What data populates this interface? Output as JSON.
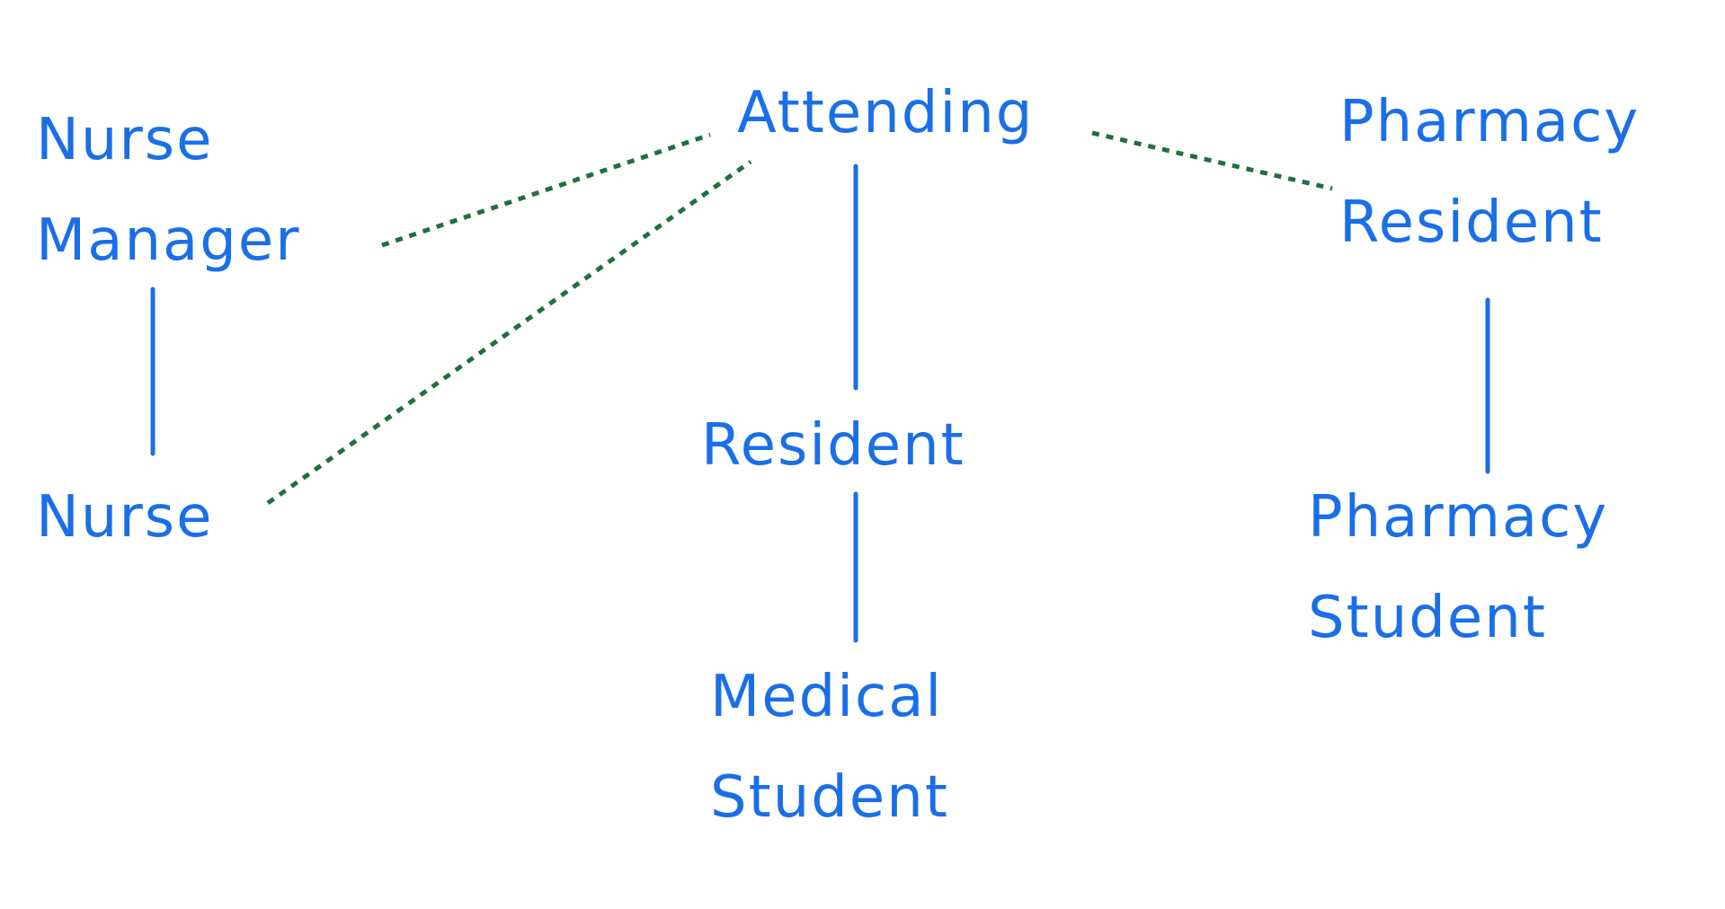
{
  "colors": {
    "text": "#1a6fe8",
    "solid_connector": "#1a6fe8",
    "dotted_connector": "#1f6f3f"
  },
  "nodes": {
    "nurse_manager": {
      "line1": "Nurse",
      "line2": "Manager"
    },
    "nurse": {
      "line1": "Nurse"
    },
    "attending": {
      "line1": "Attending"
    },
    "resident": {
      "line1": "Resident"
    },
    "medical_student": {
      "line1": "Medical",
      "line2": "Student"
    },
    "pharmacy_resident": {
      "line1": "Pharmacy",
      "line2": "Resident"
    },
    "pharmacy_student": {
      "line1": "Pharmacy",
      "line2": "Student"
    }
  },
  "edges": [
    {
      "from": "nurse_manager",
      "to": "nurse",
      "style": "solid"
    },
    {
      "from": "attending",
      "to": "resident",
      "style": "solid"
    },
    {
      "from": "resident",
      "to": "medical_student",
      "style": "solid"
    },
    {
      "from": "pharmacy_resident",
      "to": "pharmacy_student",
      "style": "solid"
    },
    {
      "from": "nurse_manager",
      "to": "attending",
      "style": "dotted"
    },
    {
      "from": "nurse",
      "to": "attending",
      "style": "dotted"
    },
    {
      "from": "attending",
      "to": "pharmacy_resident",
      "style": "dotted"
    }
  ]
}
